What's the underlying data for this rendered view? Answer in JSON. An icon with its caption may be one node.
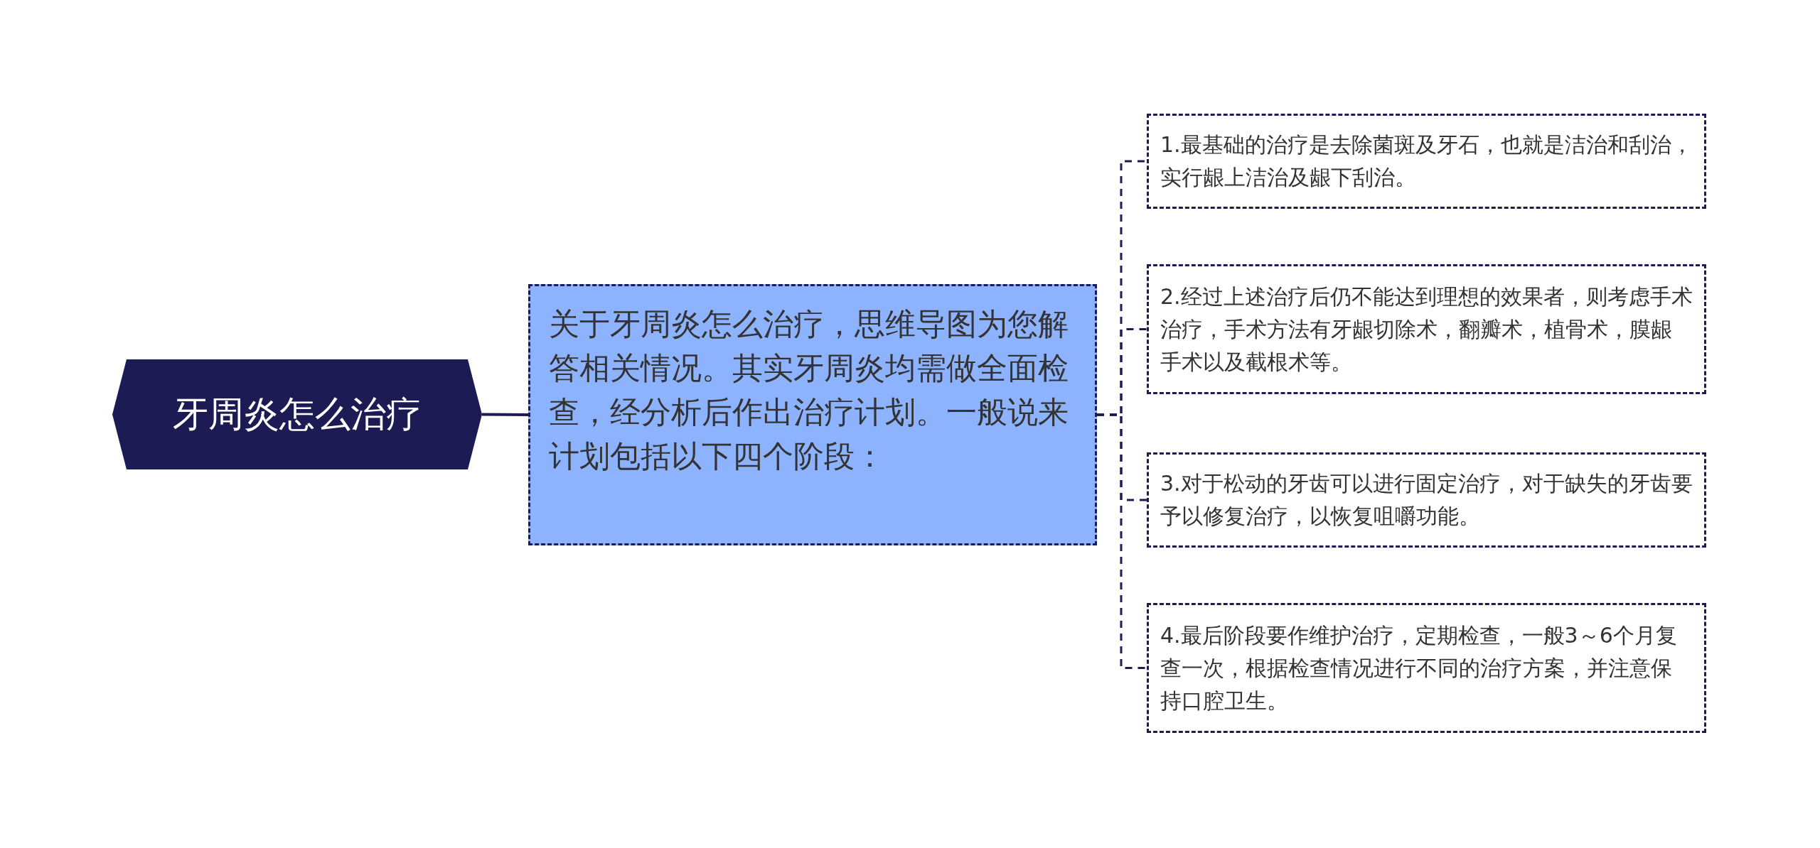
{
  "diagram": {
    "nodes": [
      {
        "text": [
          "牙周炎怎么治疗"
        ]
      },
      {
        "text": [
          "关于牙周炎怎么治疗，思维导图为您解答相关情况。其实牙周炎均需做全面检查，经分析后作出治疗计划。一般说来计划包括以下四个阶段："
        ]
      },
      {
        "text": [
          "1.最基础的治疗是去除菌斑及牙石，也就是洁治和刮治，实行龈上洁治及龈下刮治。"
        ]
      },
      {
        "text": [
          "2.经过上述治疗后仍不能达到理想的效果者，则考虑手术治疗，手术方法有牙龈切除术，翻瓣术，植骨术，膜龈手术以及截根术等。"
        ]
      },
      {
        "text": [
          "3.对于松动的牙齿可以进行固定治疗，对于缺失的牙齿要予以修复治疗，以恢复咀嚼功能。"
        ]
      },
      {
        "text": [
          "4.最后阶段要作维护治疗，定期检查，一般3～6个月复查一次，根据检查情况进行不同的治疗方案，并注意保持口腔卫生。"
        ]
      }
    ],
    "edges": [
      {
        "from": 0,
        "to": 1,
        "arrow": "none"
      },
      {
        "from": 1,
        "to": 2,
        "arrow": "none",
        "style": "dashed"
      },
      {
        "from": 1,
        "to": 3,
        "arrow": "none",
        "style": "dashed"
      },
      {
        "from": 1,
        "to": 4,
        "arrow": "none",
        "style": "dashed"
      },
      {
        "from": 1,
        "to": 5,
        "arrow": "none",
        "style": "dashed"
      }
    ]
  }
}
